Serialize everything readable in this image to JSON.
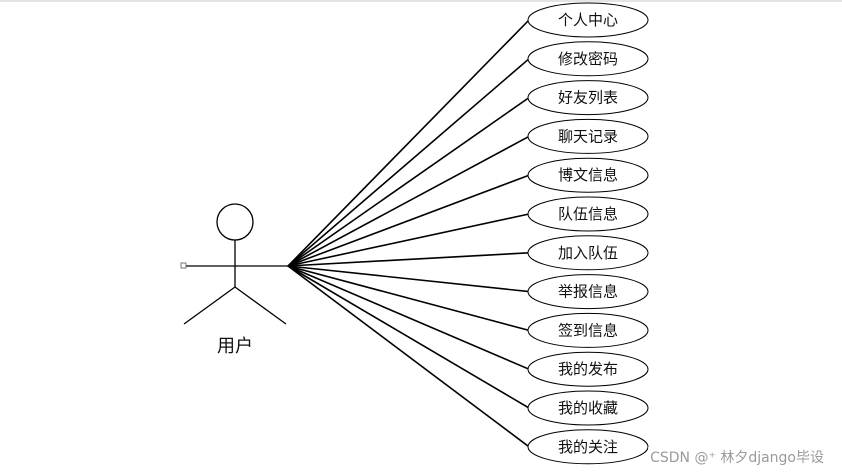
{
  "actor": {
    "label": "用户"
  },
  "use_cases": [
    {
      "label": "个人中心"
    },
    {
      "label": "修改密码"
    },
    {
      "label": "好友列表"
    },
    {
      "label": "聊天记录"
    },
    {
      "label": "博文信息"
    },
    {
      "label": "队伍信息"
    },
    {
      "label": "加入队伍"
    },
    {
      "label": "举报信息"
    },
    {
      "label": "签到信息"
    },
    {
      "label": "我的发布"
    },
    {
      "label": "我的收藏"
    },
    {
      "label": "我的关注"
    }
  ],
  "watermark": {
    "text": "CSDN @⁺ 林夕django毕设"
  },
  "colors": {
    "line": "#000000",
    "ellipse_fill": "#ffffff",
    "text": "#111111",
    "watermark": "#9a9a9a"
  }
}
